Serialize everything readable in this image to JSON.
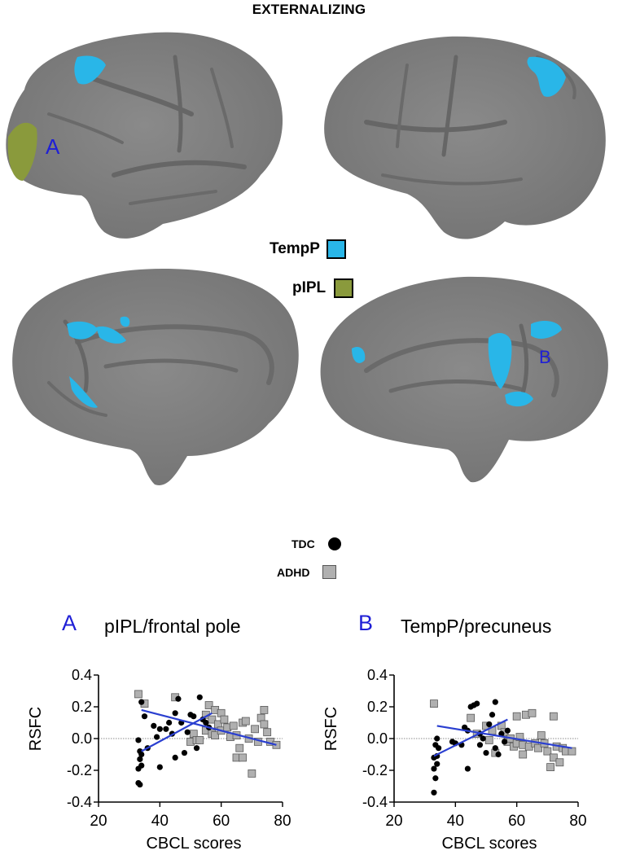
{
  "header": {
    "title": "EXTERNALIZING"
  },
  "brain_legend": [
    {
      "label": "TempP",
      "color": "#29b6e8"
    },
    {
      "label": "pIPL",
      "color": "#8a9a3c"
    }
  ],
  "brain_markers": [
    {
      "letter": "A"
    },
    {
      "letter": "B"
    }
  ],
  "colors": {
    "brain": "#7f7f7f",
    "brain_dark": "#6f6f6f",
    "tempp": "#29b6e8",
    "pipl": "#8a9a3c",
    "fit_line": "#2a3fd0",
    "marker_letter": "#1f1fd6"
  },
  "group_legend": [
    {
      "label": "TDC",
      "marker": "circle",
      "color": "#000000"
    },
    {
      "label": "ADHD",
      "marker": "square",
      "color": "#b0b0b0"
    }
  ],
  "chart_data": [
    {
      "type": "scatter",
      "panel_letter": "A",
      "title": "pIPL/frontal pole",
      "xlabel": "CBCL scores",
      "ylabel": "RSFC",
      "xlim": [
        20,
        80
      ],
      "ylim": [
        -0.4,
        0.4
      ],
      "xticks": [
        "20",
        "40",
        "60",
        "80"
      ],
      "yticks": [
        "0.4",
        "0.2",
        "0.0",
        "-0.2",
        "-0.4"
      ],
      "zero_line": true,
      "series": [
        {
          "name": "TDC",
          "marker": "circle",
          "points": [
            [
              33,
              -0.28
            ],
            [
              33.5,
              -0.29
            ],
            [
              33,
              -0.01
            ],
            [
              33.5,
              -0.08
            ],
            [
              34,
              -0.1
            ],
            [
              33.5,
              -0.13
            ],
            [
              34,
              -0.17
            ],
            [
              33,
              -0.19
            ],
            [
              34,
              0.23
            ],
            [
              35,
              0.14
            ],
            [
              36,
              -0.06
            ],
            [
              38,
              0.08
            ],
            [
              39,
              0.01
            ],
            [
              40,
              -0.18
            ],
            [
              40,
              0.06
            ],
            [
              42,
              0.06
            ],
            [
              43,
              0.1
            ],
            [
              44,
              0.03
            ],
            [
              45,
              -0.12
            ],
            [
              45,
              0.16
            ],
            [
              46,
              0.25
            ],
            [
              47,
              0.1
            ],
            [
              48,
              -0.09
            ],
            [
              49,
              0.04
            ],
            [
              50,
              0.15
            ],
            [
              51,
              0.14
            ],
            [
              52,
              -0.06
            ],
            [
              53,
              0.26
            ],
            [
              54,
              0.12
            ],
            [
              55,
              0.1
            ],
            [
              56,
              0.07
            ]
          ]
        },
        {
          "name": "ADHD",
          "marker": "square",
          "points": [
            [
              33,
              0.28
            ],
            [
              35,
              0.22
            ],
            [
              45,
              0.26
            ],
            [
              50,
              -0.02
            ],
            [
              51,
              0.03
            ],
            [
              52,
              -0.01
            ],
            [
              53,
              -0.01
            ],
            [
              55,
              0.05
            ],
            [
              55,
              0.15
            ],
            [
              56,
              0.21
            ],
            [
              57,
              0.03
            ],
            [
              57,
              0.12
            ],
            [
              58,
              0.18
            ],
            [
              58,
              0.02
            ],
            [
              59,
              0.09
            ],
            [
              60,
              0.16
            ],
            [
              60,
              0.05
            ],
            [
              61,
              0.12
            ],
            [
              62,
              0.07
            ],
            [
              63,
              0.01
            ],
            [
              64,
              0.08
            ],
            [
              65,
              0.02
            ],
            [
              65,
              -0.12
            ],
            [
              66,
              -0.06
            ],
            [
              67,
              0.1
            ],
            [
              67,
              -0.12
            ],
            [
              68,
              0.11
            ],
            [
              69,
              0.0
            ],
            [
              70,
              -0.22
            ],
            [
              71,
              0.06
            ],
            [
              72,
              -0.02
            ],
            [
              73,
              0.13
            ],
            [
              74,
              0.09
            ],
            [
              74,
              0.18
            ],
            [
              75,
              0.04
            ],
            [
              76,
              -0.02
            ],
            [
              78,
              -0.04
            ]
          ]
        }
      ],
      "fit_lines": [
        {
          "name": "TDC",
          "x": [
            34,
            57
          ],
          "y": [
            -0.08,
            0.16
          ]
        },
        {
          "name": "ADHD",
          "x": [
            34,
            78
          ],
          "y": [
            0.18,
            -0.04
          ]
        }
      ]
    },
    {
      "type": "scatter",
      "panel_letter": "B",
      "title": "TempP/precuneus",
      "xlabel": "CBCL scores",
      "ylabel": "RSFC",
      "xlim": [
        20,
        80
      ],
      "ylim": [
        -0.4,
        0.4
      ],
      "xticks": [
        "20",
        "40",
        "60",
        "80"
      ],
      "yticks": [
        "0.4",
        "0.2",
        "0.0",
        "-0.2",
        "-0.4"
      ],
      "zero_line": true,
      "series": [
        {
          "name": "TDC",
          "marker": "circle",
          "points": [
            [
              33,
              -0.34
            ],
            [
              33.5,
              -0.25
            ],
            [
              33,
              -0.19
            ],
            [
              34,
              -0.16
            ],
            [
              33,
              -0.12
            ],
            [
              34,
              -0.11
            ],
            [
              34.5,
              -0.06
            ],
            [
              33.5,
              -0.04
            ],
            [
              34,
              0.0
            ],
            [
              39,
              -0.02
            ],
            [
              40,
              -0.03
            ],
            [
              42,
              -0.04
            ],
            [
              43,
              0.07
            ],
            [
              44,
              -0.19
            ],
            [
              44,
              0.05
            ],
            [
              45,
              0.2
            ],
            [
              46,
              0.21
            ],
            [
              47,
              0.22
            ],
            [
              48,
              0.03
            ],
            [
              48,
              -0.04
            ],
            [
              49,
              0.0
            ],
            [
              50,
              -0.09
            ],
            [
              51,
              0.09
            ],
            [
              52,
              0.15
            ],
            [
              53,
              -0.06
            ],
            [
              53,
              0.23
            ],
            [
              54,
              -0.1
            ],
            [
              55,
              0.03
            ],
            [
              56,
              -0.02
            ],
            [
              57,
              0.05
            ]
          ]
        },
        {
          "name": "ADHD",
          "marker": "square",
          "points": [
            [
              33,
              0.22
            ],
            [
              45,
              0.13
            ],
            [
              47,
              0.03
            ],
            [
              50,
              0.08
            ],
            [
              51,
              -0.01
            ],
            [
              52,
              0.05
            ],
            [
              53,
              -0.09
            ],
            [
              55,
              0.08
            ],
            [
              56,
              0.04
            ],
            [
              57,
              -0.02
            ],
            [
              58,
              0.0
            ],
            [
              59,
              -0.05
            ],
            [
              60,
              0.14
            ],
            [
              60,
              -0.03
            ],
            [
              61,
              0.01
            ],
            [
              62,
              -0.1
            ],
            [
              62,
              -0.04
            ],
            [
              63,
              0.15
            ],
            [
              64,
              -0.05
            ],
            [
              65,
              0.16
            ],
            [
              66,
              -0.03
            ],
            [
              67,
              -0.06
            ],
            [
              68,
              0.02
            ],
            [
              69,
              -0.03
            ],
            [
              70,
              -0.08
            ],
            [
              71,
              -0.18
            ],
            [
              72,
              -0.12
            ],
            [
              72,
              0.14
            ],
            [
              73,
              -0.05
            ],
            [
              74,
              -0.15
            ],
            [
              75,
              -0.06
            ],
            [
              76,
              -0.08
            ],
            [
              78,
              -0.08
            ]
          ]
        }
      ],
      "fit_lines": [
        {
          "name": "TDC",
          "x": [
            33,
            57
          ],
          "y": [
            -0.11,
            0.12
          ]
        },
        {
          "name": "ADHD",
          "x": [
            34,
            78
          ],
          "y": [
            0.08,
            -0.06
          ]
        }
      ]
    }
  ]
}
